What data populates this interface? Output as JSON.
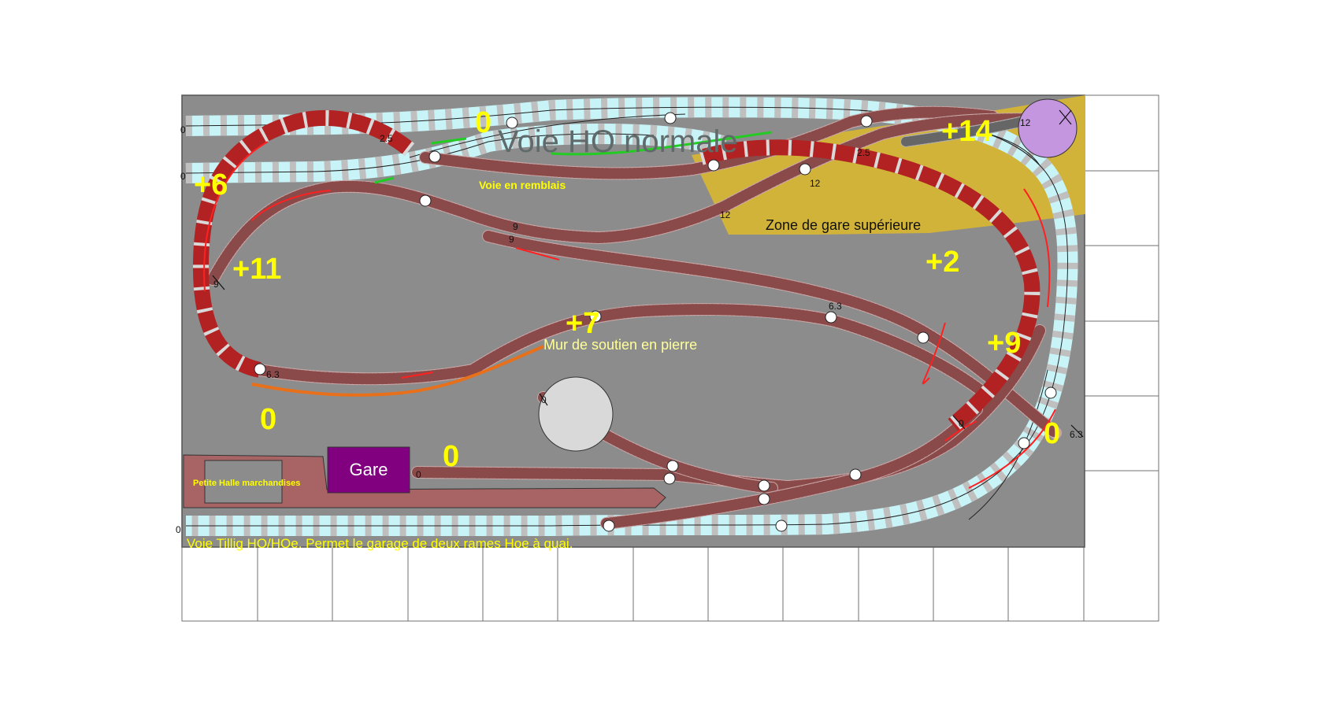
{
  "colors": {
    "board": "#8c8c8c",
    "ho_track": "#c8f4f8",
    "ho_sleeper": "#bfbfbf",
    "hoe_track": "#c9a7a7",
    "hoe_sleeper": "#8a4a4a",
    "ramp": "#b22222",
    "upper_zone": "#d2b33a",
    "label_yellow": "#ffff00",
    "retaining_wall": "#e8701a",
    "embankment": "#22cc22",
    "station": "#800080",
    "platform": "#a86464",
    "turntable_hoe": "#d9d9d9",
    "turntable_ho": "#c496e0"
  },
  "labels": {
    "voie_ho": "Voie HO normale",
    "remblais": "Voie en remblais",
    "zone_gare": "Zone de gare supérieure",
    "mur": "Mur de soutien en pierre",
    "gare": "Gare",
    "halle": "Petite Halle marchandises",
    "tillig": "Voie Tillig HO/HOe. Permet le garage de deux rames Hoe à quai."
  },
  "elevations": [
    "0",
    "+6",
    "+11",
    "+14",
    "+2",
    "+7",
    "+9",
    "0",
    "0",
    "0"
  ],
  "marks": {
    "m25a": "2.5",
    "m25b": "2.5",
    "m12a": "12",
    "m12b": "12",
    "m12c": "12",
    "m9a": "9",
    "m9b": "9",
    "m9c": "9",
    "m63a": "6.3",
    "m63b": "6.3",
    "m63c": "6.3",
    "m0a": "0",
    "m0b": "0",
    "m0c": "0",
    "m0d": "0",
    "m0e": "0",
    "m0f": "0"
  }
}
